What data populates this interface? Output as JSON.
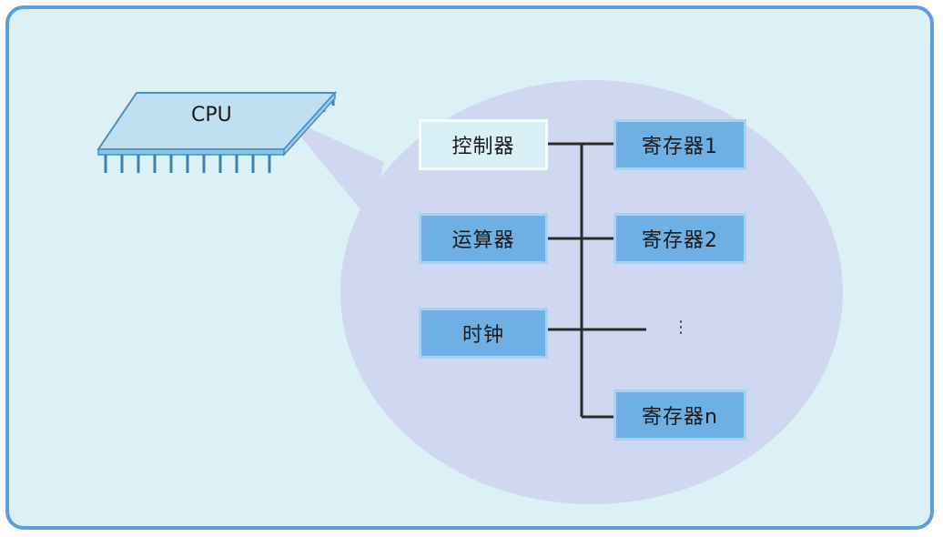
{
  "cpu_label": "CPU",
  "left_components": [
    "控制器",
    "运算器",
    "时钟"
  ],
  "registers": [
    "寄存器1",
    "寄存器2",
    "寄存器n"
  ],
  "ellipsis": "⋮",
  "colors": {
    "frame_border": "#5a9ee0",
    "background": "#dcf1f6",
    "bubble": "#cfd8f0",
    "box_blue": "#6fb0e4",
    "box_light": "#d9f0f7",
    "chip": "#bfe0f0",
    "chip_pins": "#3f7fb8",
    "connector_lines": "#2a2a2a"
  }
}
